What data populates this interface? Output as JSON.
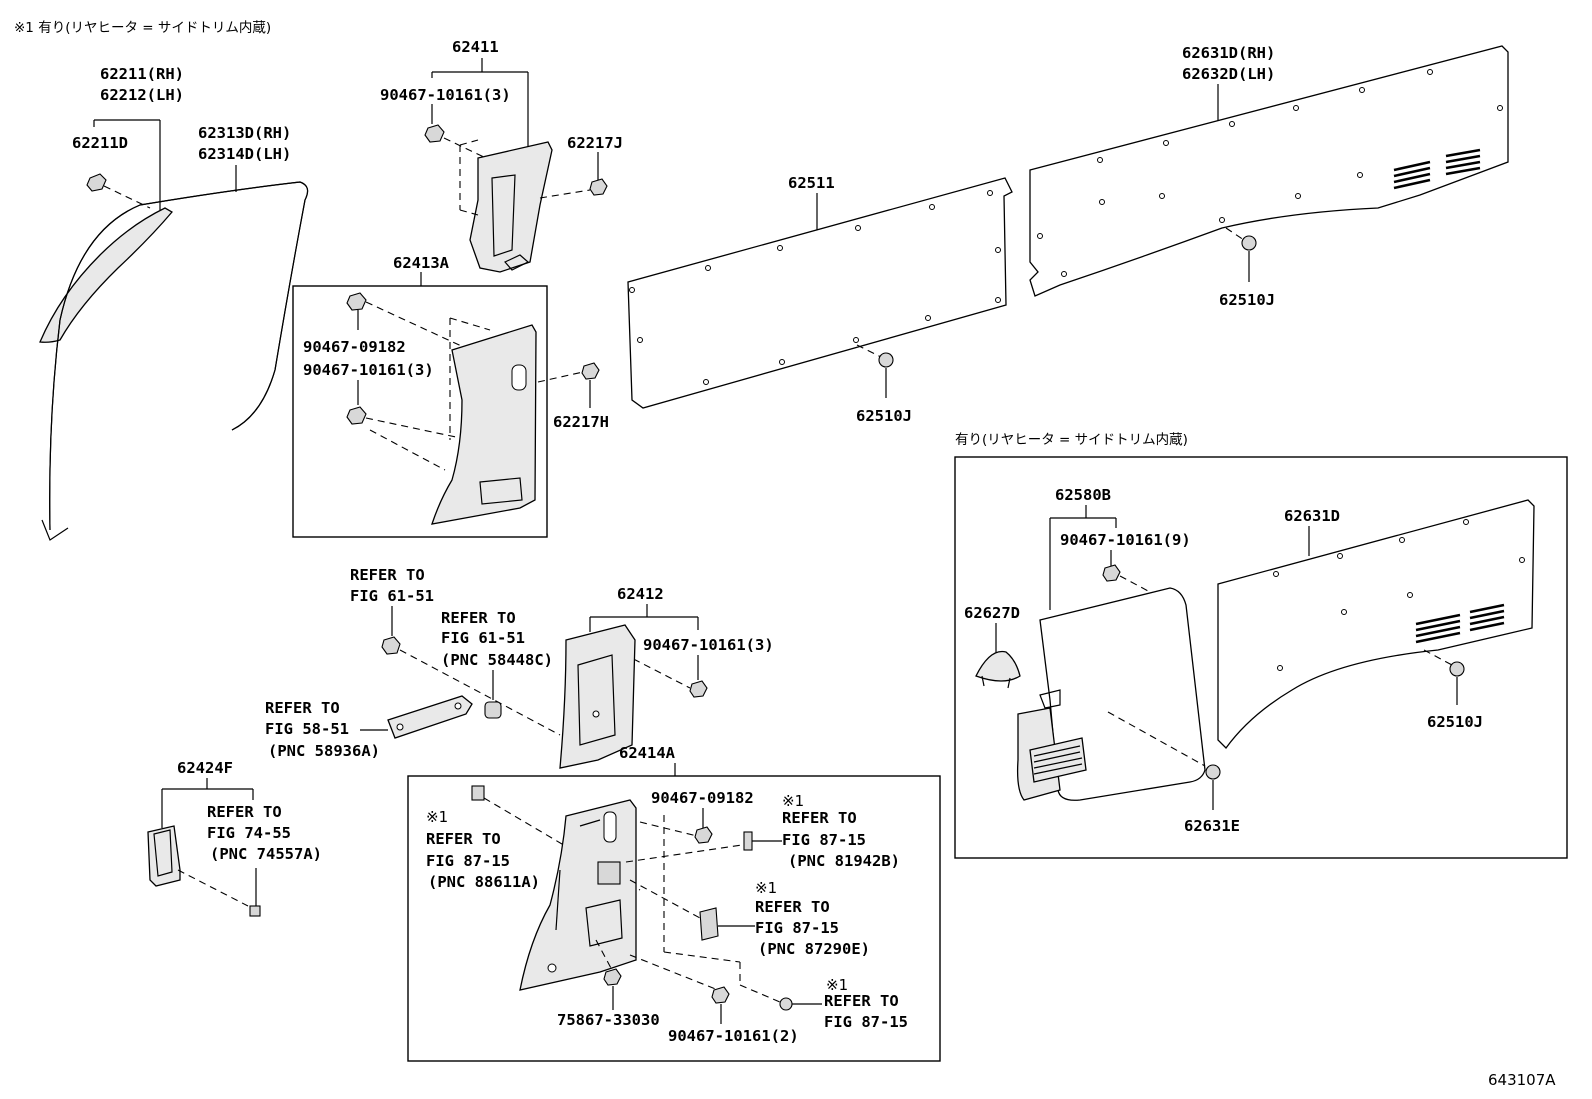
{
  "notes": {
    "top_left": "※1 有り(リヤヒータ = サイドトリム内蔵)",
    "right_box": "有り(リヤヒータ = サイドトリム内蔵)",
    "figure_code": "643107A"
  },
  "labels": {
    "p62211": "62211(RH)",
    "p62212": "62212(LH)",
    "p62211D": "62211D",
    "p62313D": "62313D(RH)",
    "p62314D": "62314D(LH)",
    "p62411": "62411",
    "p90467_a": "90467-10161(3)",
    "p62217J": "62217J",
    "p62413A": "62413A",
    "p90467_09182_a": "90467-09182",
    "p90467_b": "90467-10161(3)",
    "p62217H": "62217H",
    "p62511": "62511",
    "p62510J_a": "62510J",
    "p62631D_RH": "62631D(RH)",
    "p62632D_LH": "62632D(LH)",
    "p62510J_b": "62510J",
    "ref1_l1": "REFER TO",
    "ref1_l2": "FIG 61-51",
    "ref2_l1": "REFER TO",
    "ref2_l2": "FIG 61-51",
    "ref2_l3": "(PNC 58448C)",
    "p62412": "62412",
    "p90467_c": "90467-10161(3)",
    "ref3_l1": "REFER TO",
    "ref3_l2": "FIG 58-51",
    "ref3_l3": "(PNC 58936A)",
    "p62414A": "62414A",
    "p62424F": "62424F",
    "ref4_l1": "REFER TO",
    "ref4_l2": "FIG 74-55",
    "ref4_l3": "(PNC 74557A)",
    "mark1": "※1",
    "ref5_l1": "REFER TO",
    "ref5_l2": "FIG 87-15",
    "ref5_l3": "(PNC 88611A)",
    "p90467_09182_b": "90467-09182",
    "mark2": "※1",
    "ref6_l1": "REFER TO",
    "ref6_l2": "FIG 87-15",
    "ref6_l3": "(PNC 81942B)",
    "mark3": "※1",
    "ref7_l1": "REFER TO",
    "ref7_l2": "FIG 87-15",
    "ref7_l3": "(PNC 87290E)",
    "p75867": "75867-33030",
    "p90467_d": "90467-10161(2)",
    "mark4": "※1",
    "ref8_l1": "REFER TO",
    "ref8_l2": "FIG 87-15",
    "p62580B": "62580B",
    "p90467_e": "90467-10161(9)",
    "p62627D": "62627D",
    "p62631D": "62631D",
    "p62510J_c": "62510J",
    "p62631E": "62631E"
  }
}
